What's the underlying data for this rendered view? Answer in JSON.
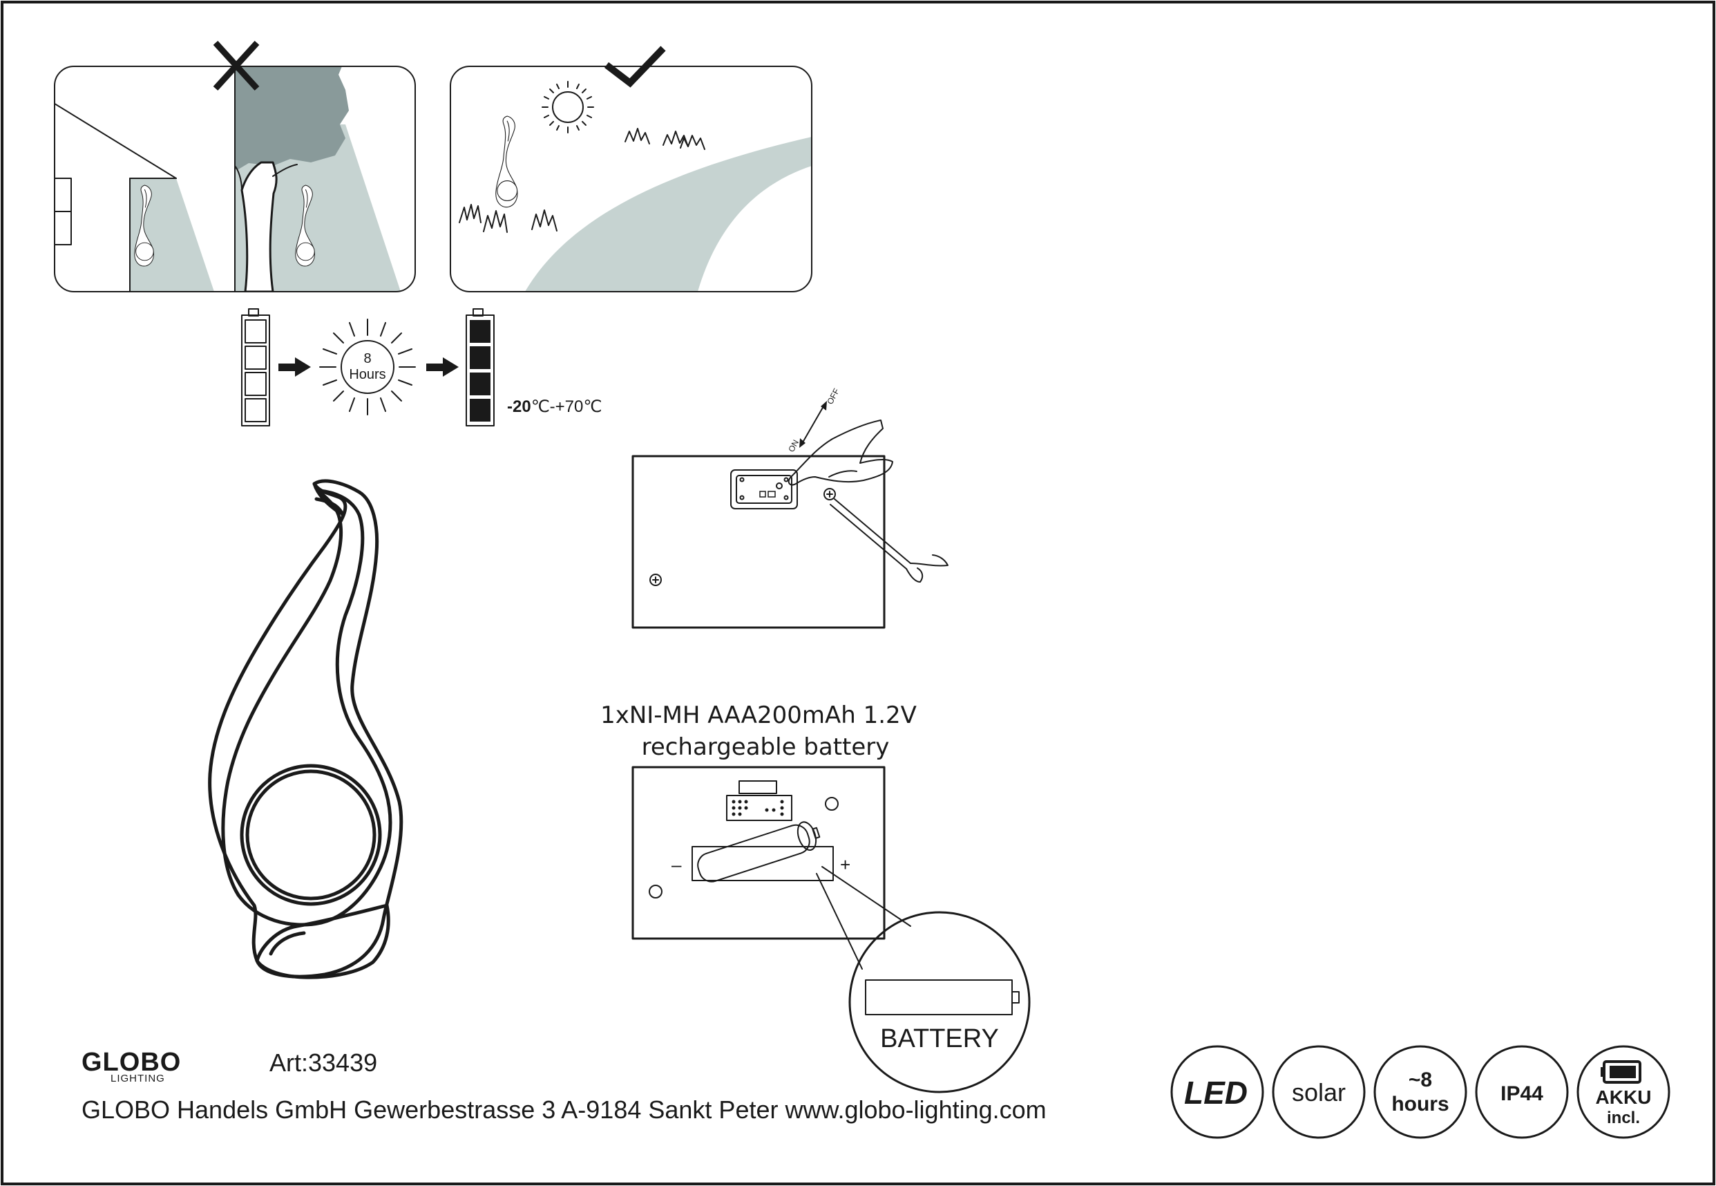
{
  "colors": {
    "line": "#1a1a1a",
    "shade_light": "#c6d3d1",
    "shade_dark": "#899a9a",
    "background": "#ffffff"
  },
  "charging": {
    "sun_label_line1": "8",
    "sun_label_line2": "Hours",
    "temp_low": "-20",
    "temp_sep": "℃-+70",
    "temp_unit": "℃"
  },
  "switch_panel": {
    "on_label": "ON",
    "off_label": "OFF"
  },
  "battery_spec": {
    "line1": "1xNI-MH AAA200mAh 1.2V",
    "line2": "rechargeable battery",
    "minus": "–",
    "plus": "+",
    "callout_label": "BATTERY"
  },
  "footer": {
    "brand": "GLOBO",
    "brand_sub": "LIGHTING",
    "article": "Art:33439",
    "address": "GLOBO Handels GmbH  Gewerbestrasse 3  A-9184 Sankt Peter www.globo-lighting.com"
  },
  "badges": [
    {
      "icon": "led-logo-icon",
      "line1": "LED",
      "line2": ""
    },
    {
      "icon": "",
      "line1": "solar",
      "line2": ""
    },
    {
      "icon": "",
      "line1": "~8",
      "line2": "hours"
    },
    {
      "icon": "",
      "line1": "IP44",
      "line2": ""
    },
    {
      "icon": "battery-icon",
      "line1": "AKKU",
      "line2": "incl."
    }
  ]
}
